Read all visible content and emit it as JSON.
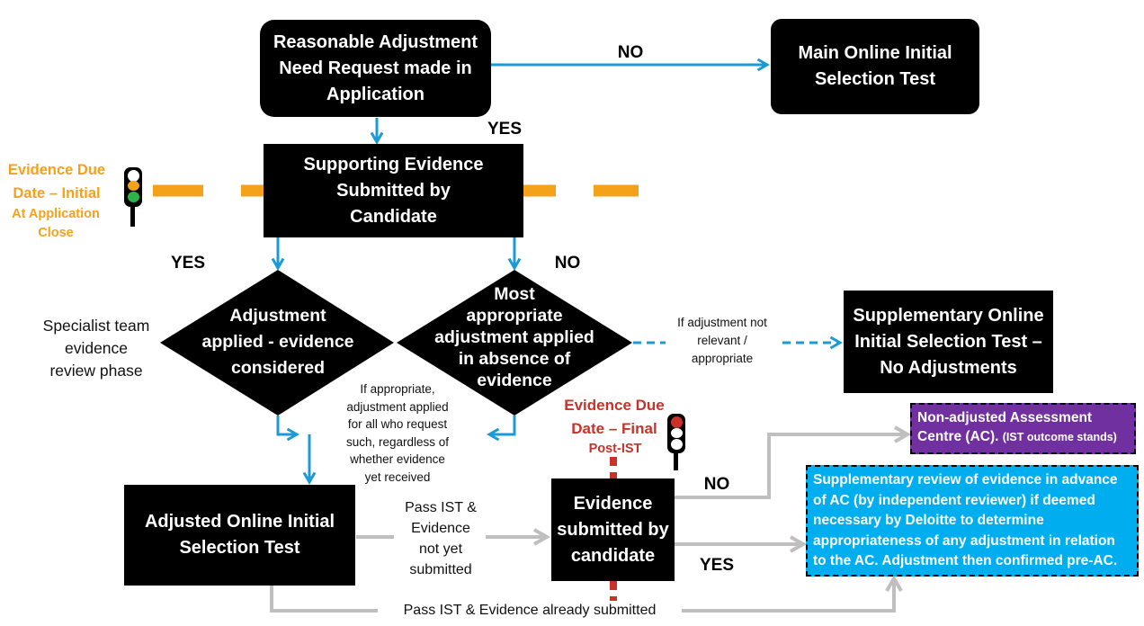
{
  "nodes": {
    "request": "Reasonable Adjustment\nNeed Request made in\nApplication",
    "main_ist": "Main Online Initial\nSelection Test",
    "supporting": "Supporting Evidence\nSubmitted by\nCandidate",
    "diamond_left": "Adjustment\napplied - evidence\nconsidered",
    "diamond_right": "Most\nappropriate\nadjustment applied\nin absence of\nevidence",
    "supp_no_adj": "Supplementary Online\nInitial Selection Test –\nNo Adjustments",
    "adjusted_ist": "Adjusted Online Initial\nSelection Test",
    "evidence_submitted": "Evidence\nsubmitted by\ncandidate",
    "non_adjusted_ac": "Non-adjusted Assessment\nCentre (AC).",
    "non_adjusted_ac_note": "(IST outcome stands)",
    "supp_review": "Supplementary review of evidence in advance of AC (by independent reviewer) if deemed necessary by Deloitte to determine appropriateness of any adjustment in relation to the AC. Adjustment then confirmed pre-AC."
  },
  "labels": {
    "no_top": "NO",
    "yes_top": "YES",
    "yes_left": "YES",
    "no_mid": "NO",
    "no_right": "NO",
    "yes_right": "YES",
    "specialist": "Specialist team\nevidence\nreview phase",
    "if_not_relevant": "If adjustment not\nrelevant /\nappropriate",
    "if_appropriate": "If appropriate,\nadjustment applied\nfor all who request\nsuch, regardless of\nwhether evidence\nyet received",
    "pass_not_yet": "Pass IST &\nEvidence\nnot yet\nsubmitted",
    "pass_already": "Pass IST & Evidence already submitted"
  },
  "deadlines": {
    "initial_a": "Evidence Due\nDate –  Initial",
    "initial_b": "At Application\nClose",
    "final_a": "Evidence Due\nDate – Final",
    "final_b": "Post-IST"
  },
  "colors": {
    "arrow_blue": "#1b9ad6",
    "arrow_grey": "#bfbfbf",
    "deadline_orange": "#f4a21a",
    "deadline_red": "#c8322a",
    "purple": "#7030a0",
    "cyan": "#00aeef"
  }
}
